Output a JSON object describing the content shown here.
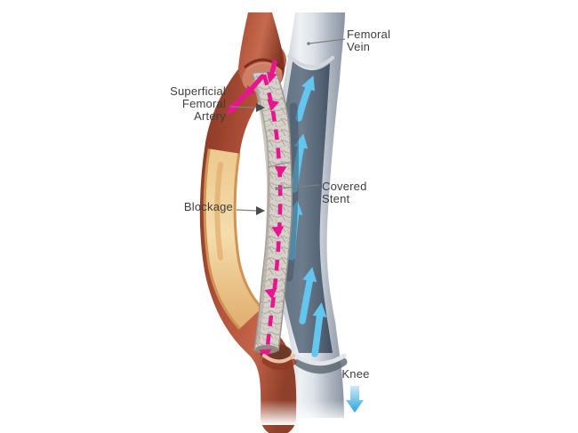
{
  "diagram": {
    "labels": {
      "femoral_vein": {
        "line1": "Femoral",
        "line2": "Vein"
      },
      "superficial_femoral_artery": {
        "line1": "Superficial",
        "line2": "Femoral",
        "line3": "Artery"
      },
      "blockage": {
        "line1": "Blockage"
      },
      "covered_stent": {
        "line1": "Covered",
        "line2": "Stent"
      },
      "knee": {
        "line1": "Knee"
      }
    },
    "icons": {
      "knee_flow": "arrow-down",
      "venous_flow": "arrow-up",
      "arterial_flow": "arrow-down-dashed"
    },
    "colors": {
      "background": "#ffffff",
      "arterial_wall": "#b5543c",
      "arterial_wall_dark": "#7c2f1f",
      "arterial_lumen": "#cf7e66",
      "blockage_fill": "#f3d9a6",
      "blockage_edge": "#d09354",
      "stent_fabric": "#d6d1ca",
      "stent_edge": "#9a948c",
      "vein_wall": "#c6ccd4",
      "vein_wall_highlight": "#eef1f4",
      "vein_lumen": "#5c6b7b",
      "arterial_flow_arrow": "#e8168e",
      "venous_flow_arrow": "#62c6ee",
      "knee_arrow_top": "#cfe9f8",
      "knee_arrow_bottom": "#2ba6de",
      "label_text": "#3d3d3d",
      "leader_line": "#808080"
    }
  }
}
